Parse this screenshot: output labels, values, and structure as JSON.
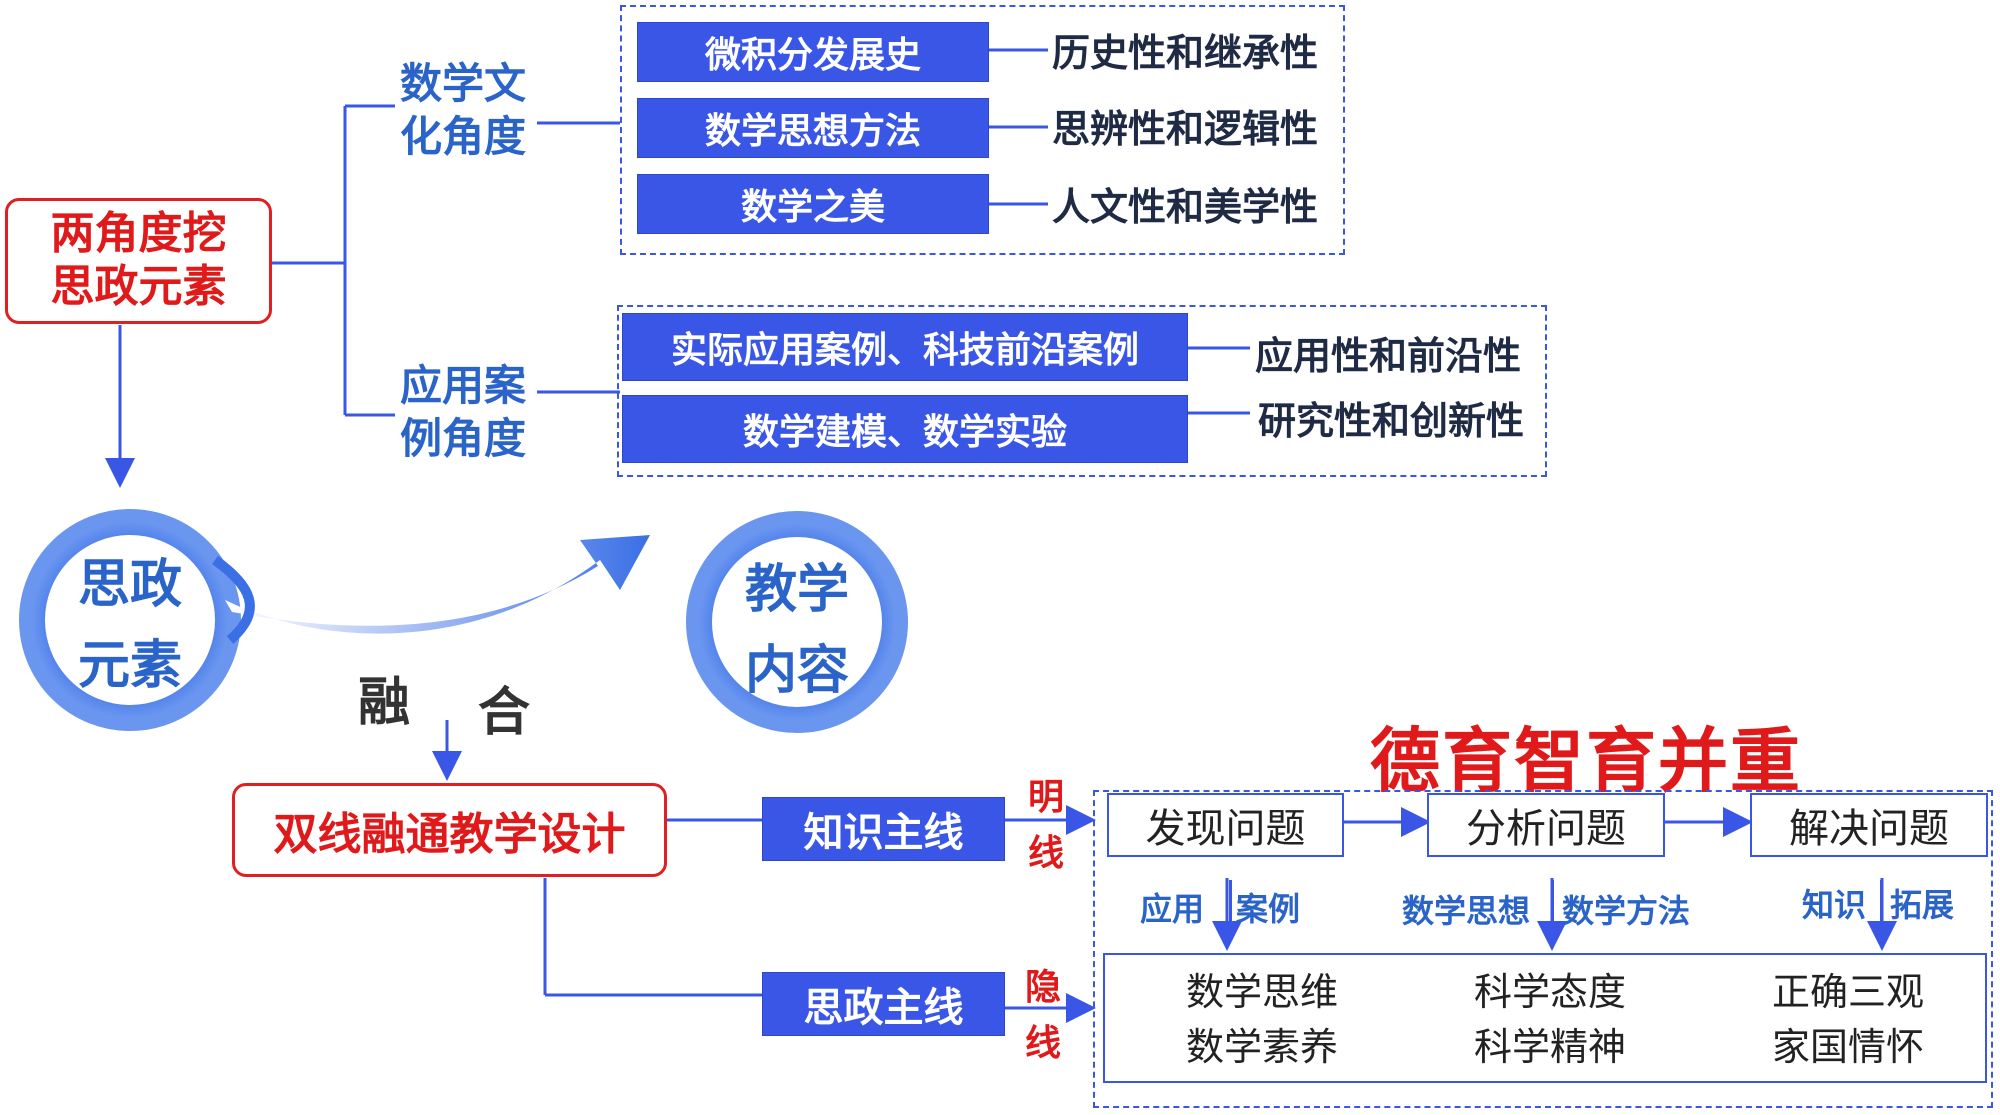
{
  "root": {
    "line1": "两角度挖",
    "line2": "思政元素"
  },
  "culture": {
    "label_l1": "数学文",
    "label_l2": "化角度",
    "items": [
      {
        "box": "微积分发展史",
        "trait": "历史性和继承性"
      },
      {
        "box": "数学思想方法",
        "trait": "思辨性和逻辑性"
      },
      {
        "box": "数学之美",
        "trait": "人文性和美学性"
      }
    ]
  },
  "cases": {
    "label_l1": "应用案",
    "label_l2": "例角度",
    "items": [
      {
        "box": "实际应用案例、科技前沿案例",
        "trait": "应用性和前沿性"
      },
      {
        "box": "数学建模、数学实验",
        "trait": "研究性和创新性"
      }
    ]
  },
  "fusion": {
    "left_l1": "思政",
    "left_l2": "元素",
    "right_l1": "教学",
    "right_l2": "内容",
    "word1": "融",
    "word2": "合"
  },
  "design": {
    "title": "双线融通教学设计"
  },
  "banner": "德育智育并重",
  "knowledge_line": {
    "label": "知识主线",
    "tag_l1": "明",
    "tag_l2": "线"
  },
  "ideology_line": {
    "label": "思政主线",
    "tag_l1": "隐",
    "tag_l2": "线"
  },
  "steps": [
    {
      "label": "发现问题",
      "left": "应用",
      "right": "案例",
      "out_l1": "数学思维",
      "out_l2": "数学素养"
    },
    {
      "label": "分析问题",
      "left": "数学思想",
      "right": "数学方法",
      "out_l1": "科学态度",
      "out_l2": "科学精神"
    },
    {
      "label": "解决问题",
      "left": "知识",
      "right": "拓展",
      "out_l1": "正确三观",
      "out_l2": "家国情怀"
    }
  ],
  "colors": {
    "blue": "#3a56e6",
    "red": "#e01a1a",
    "label_blue": "#2a64c8"
  }
}
